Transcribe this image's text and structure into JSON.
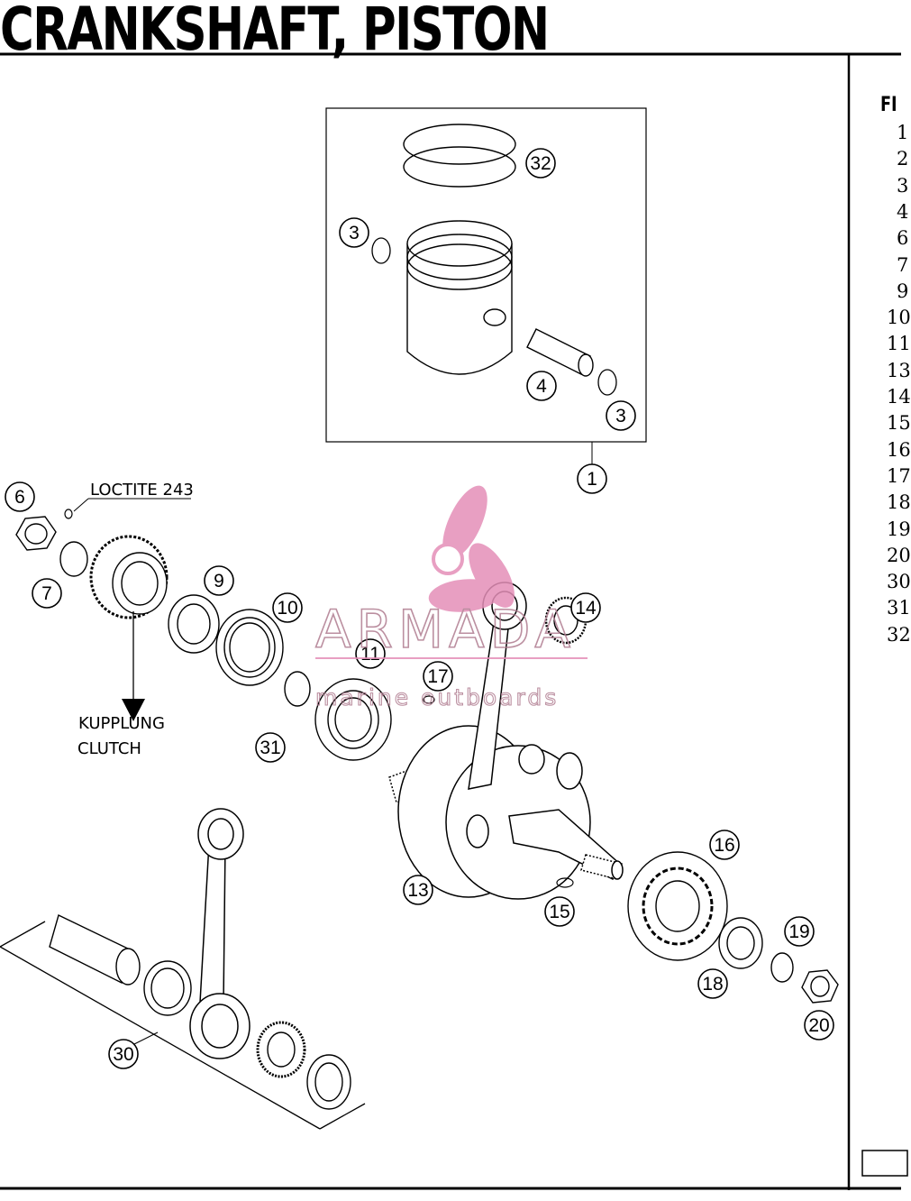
{
  "title": "CRANKSHAFT, PISTON",
  "side_panel": {
    "heading": "FI",
    "item_numbers": [
      "1",
      "2",
      "3",
      "4",
      "6",
      "7",
      "9",
      "10",
      "11",
      "13",
      "14",
      "15",
      "16",
      "17",
      "18",
      "19",
      "20",
      "30",
      "31",
      "32"
    ]
  },
  "labels": {
    "loctite": "LOCTITE 243",
    "clutch_de": "KUPPLUNG",
    "clutch_en": "CLUTCH"
  },
  "callouts": [
    "32",
    "3",
    "4",
    "3",
    "1",
    "6",
    "7",
    "9",
    "10",
    "11",
    "17",
    "14",
    "31",
    "13",
    "15",
    "16",
    "19",
    "18",
    "20",
    "30"
  ],
  "watermark": {
    "brand": "ARMADA",
    "tagline": "marine outboards",
    "color": "#e48fb8"
  }
}
